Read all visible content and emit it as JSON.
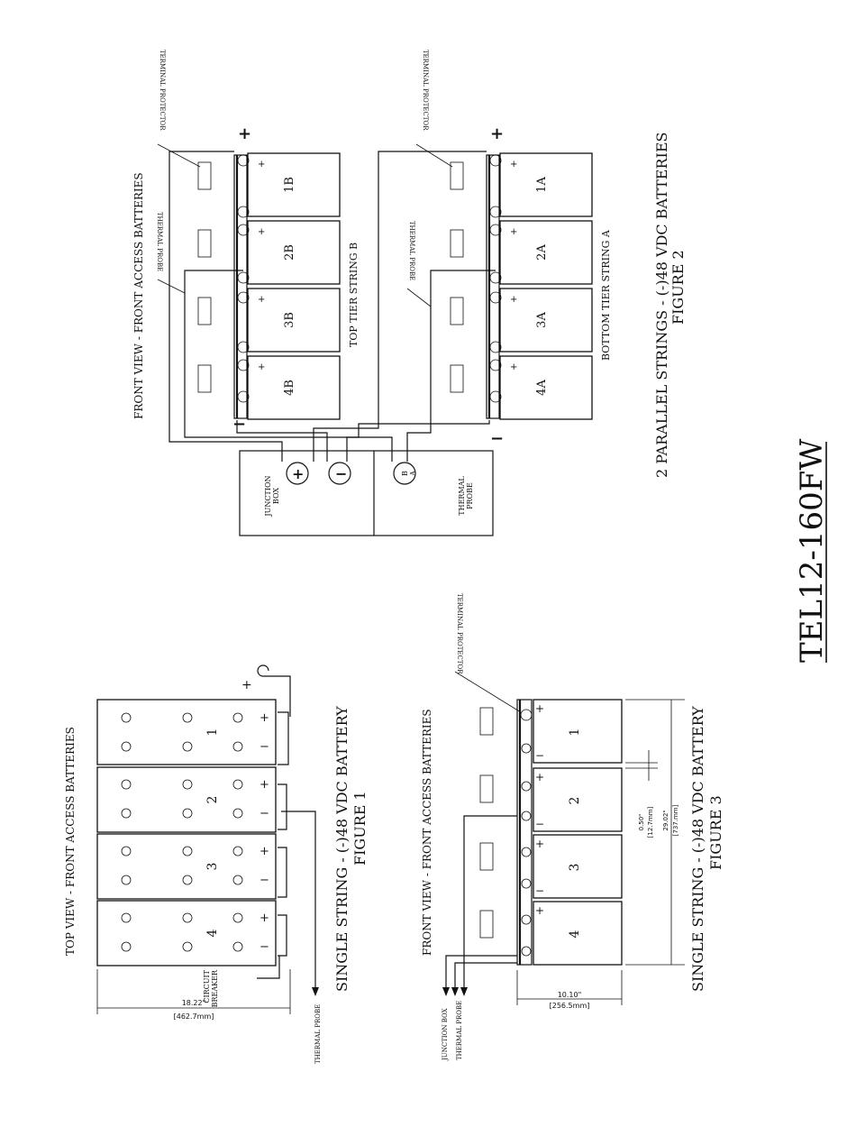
{
  "drawing_title": "TEL12-160FW",
  "figure1": {
    "heading": "TOP VIEW - FRONT ACCESS BATTERIES",
    "caption": "SINGLE STRING - (-)48 VDC BATTERY",
    "figure_label": "FIGURE 1",
    "battery_numbers": [
      "1",
      "2",
      "3",
      "4"
    ],
    "plus": "+",
    "minus": "−",
    "circuit_breaker": "CIRCUIT\nBREAKER",
    "thermal_probe": "THERMAL PROBE",
    "dim_inches": "18.22\"",
    "dim_mm": "[462.7mm]"
  },
  "figure2": {
    "heading": "FRONT VIEW - FRONT ACCESS BATTERIES",
    "caption": "2 PARALLEL STRINGS - (-)48 VDC BATTERIES",
    "figure_label": "FIGURE 2",
    "string_b_label": "TOP TIER STRING B",
    "string_a_label": "BOTTOM TIER STRING A",
    "string_b_batteries": [
      "1B",
      "2B",
      "3B",
      "4B"
    ],
    "string_a_batteries": [
      "1A",
      "2A",
      "3A",
      "4A"
    ],
    "terminal_protector": "TERMINAL PROTECTOR",
    "thermal_probe": "THERMAL PROBE",
    "junction_box": "JUNCTION\nBOX",
    "thermal_probe_box": "THERMAL\nPROBE",
    "probe_terminal": "B\nA",
    "plus": "+",
    "minus": "−"
  },
  "figure3": {
    "heading": "FRONT VIEW - FRONT ACCESS BATTERIES",
    "caption": "SINGLE STRING - (-)48 VDC BATTERY",
    "figure_label": "FIGURE 3",
    "battery_numbers": [
      "1",
      "2",
      "3",
      "4"
    ],
    "terminal_protector": "TERMINAL PROTECTOR",
    "junction_box": "JUNCTION BOX",
    "thermal_probe": "THERMAL PROBE",
    "dim_width_in": "10.10\"",
    "dim_width_mm": "[256.5mm]",
    "dim_gap_in": "0.50\"",
    "dim_gap_mm": "[12.7mm]",
    "dim_length_in": "29.02\"",
    "dim_length_mm": "[737.mm]",
    "plus": "+",
    "minus": "−"
  }
}
